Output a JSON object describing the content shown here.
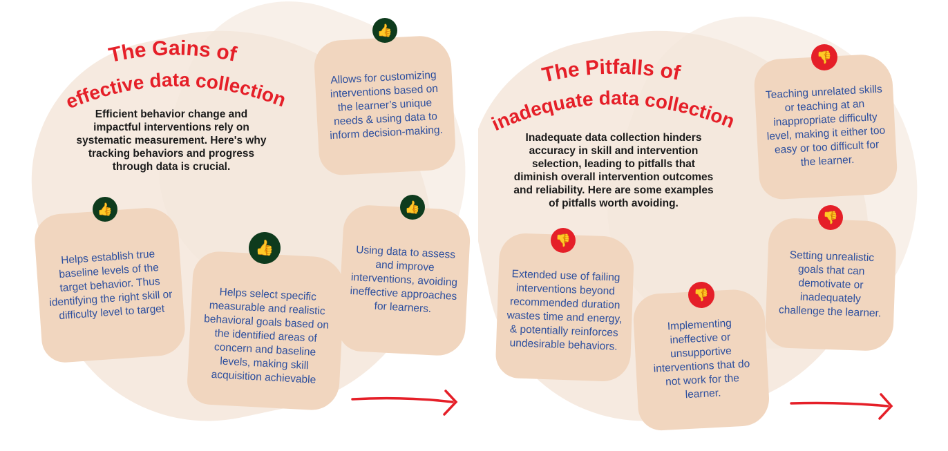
{
  "colors": {
    "accent_red": "#e51f28",
    "thumb_green": "#0e3b1d",
    "card_bg": "#f1d6bf",
    "card_text": "#2d4f9e"
  },
  "gains": {
    "title_line1": "The Gains of",
    "title_line2": "effective data collection",
    "intro": "Efficient behavior change and impactful interventions rely on systematic measurement. Here's why tracking behaviors and progress through data is crucial.",
    "cards": [
      {
        "icon": "thumbs-up-icon",
        "text": "Allows for customizing interventions based on the learner’s unique needs & using data to inform decision-making."
      },
      {
        "icon": "thumbs-up-icon",
        "text": "Helps establish true baseline levels of the target behavior. Thus identifying the right skill or difficulty level to target"
      },
      {
        "icon": "thumbs-up-icon",
        "text": "Helps select specific measurable and realistic behavioral goals based on the identified areas of concern and baseline levels, making skill acquisition achievable"
      },
      {
        "icon": "thumbs-up-icon",
        "text": "Using data to assess and improve interventions, avoiding ineffective approaches for learners."
      }
    ]
  },
  "pitfalls": {
    "title_line1": "The Pitfalls of",
    "title_line2": "inadequate data collection",
    "intro": "Inadequate data collection hinders accuracy in skill and intervention selection, leading to pitfalls that diminish overall intervention outcomes and reliability. Here are some examples of pitfalls worth avoiding.",
    "cards": [
      {
        "icon": "thumbs-down-icon",
        "text": "Teaching unrelated skills or teaching at an inappropriate difficulty level, making it either too easy or too difficult for the learner."
      },
      {
        "icon": "thumbs-down-icon",
        "text": "Extended use of failing interventions beyond recommended duration wastes time and energy, & potentially reinforces undesirable behaviors."
      },
      {
        "icon": "thumbs-down-icon",
        "text": "Implementing ineffective or unsupportive interventions that do not work for the learner."
      },
      {
        "icon": "thumbs-down-icon",
        "text": "Setting unrealistic goals that can demotivate or inadequately challenge the learner."
      }
    ]
  }
}
